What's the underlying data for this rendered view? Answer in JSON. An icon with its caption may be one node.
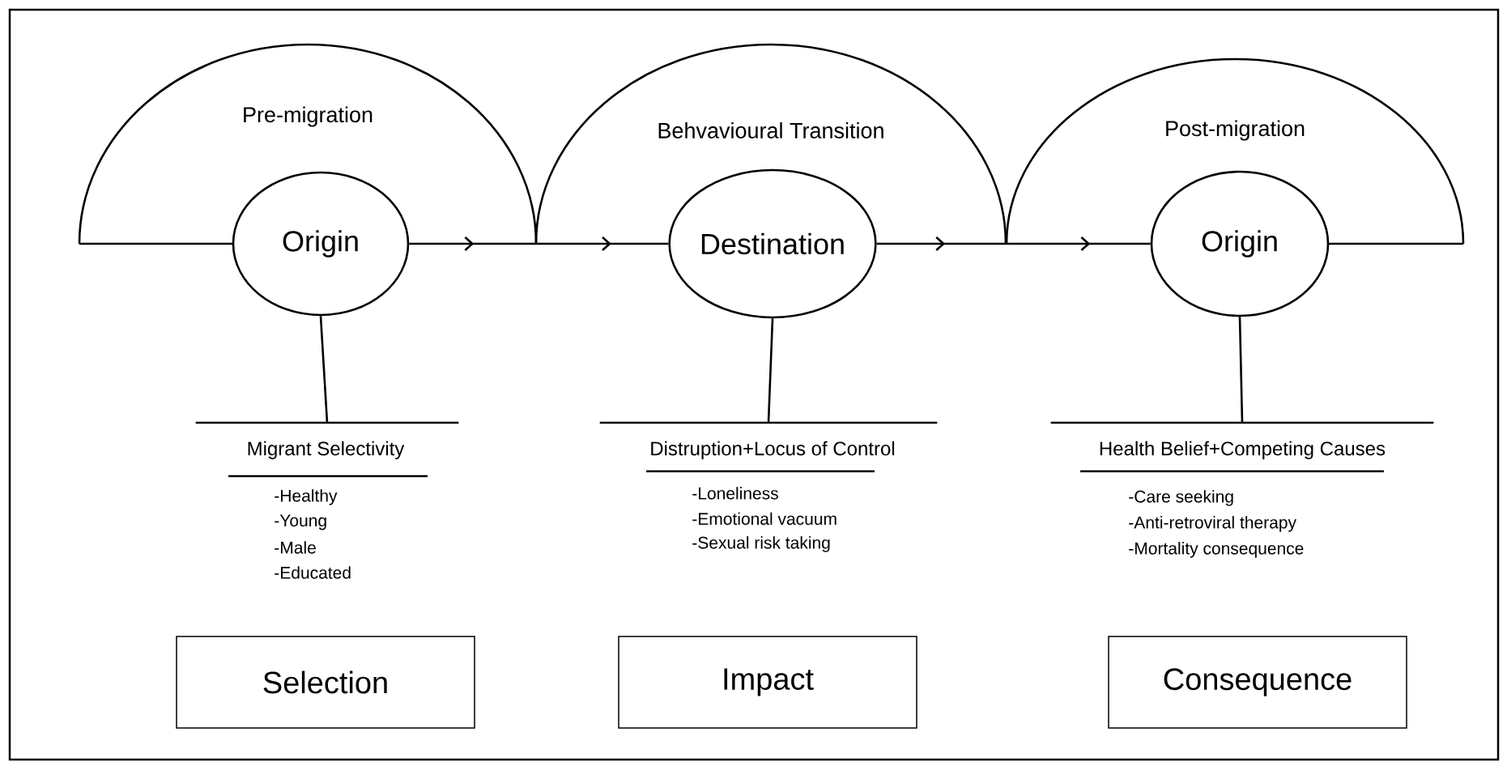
{
  "diagram": {
    "nodes": [
      {
        "text": [
          "Pre-migration"
        ]
      },
      {
        "text": [
          "Origin"
        ]
      },
      {
        "text": [
          "Behvavioural Transition"
        ]
      },
      {
        "text": [
          "Destination"
        ]
      },
      {
        "text": [
          "Post-migration"
        ]
      },
      {
        "text": [
          "Origin"
        ]
      },
      {
        "text": [
          "Migrant Selectivity",
          "-Healthy",
          "-Young",
          "-Male",
          "-Educated"
        ]
      },
      {
        "text": [
          "Distruption+Locus of Control",
          "-Loneliness",
          "-Emotional vacuum",
          "-Sexual risk taking"
        ]
      },
      {
        "text": [
          "Health Belief+Competing Causes",
          "-Care seeking",
          "-Anti-retroviral therapy",
          "-Mortality consequence"
        ]
      },
      {
        "text": [
          "Selection"
        ]
      },
      {
        "text": [
          "Impact"
        ]
      },
      {
        "text": [
          "Consequence"
        ]
      }
    ],
    "edges": [
      {
        "from": 1,
        "to": 3,
        "arrow": "to"
      },
      {
        "from": 3,
        "to": 5,
        "arrow": "to"
      },
      {
        "from": 1,
        "to": 6,
        "arrow": "none"
      },
      {
        "from": 3,
        "to": 7,
        "arrow": "none"
      },
      {
        "from": 5,
        "to": 8,
        "arrow": "none"
      }
    ]
  }
}
